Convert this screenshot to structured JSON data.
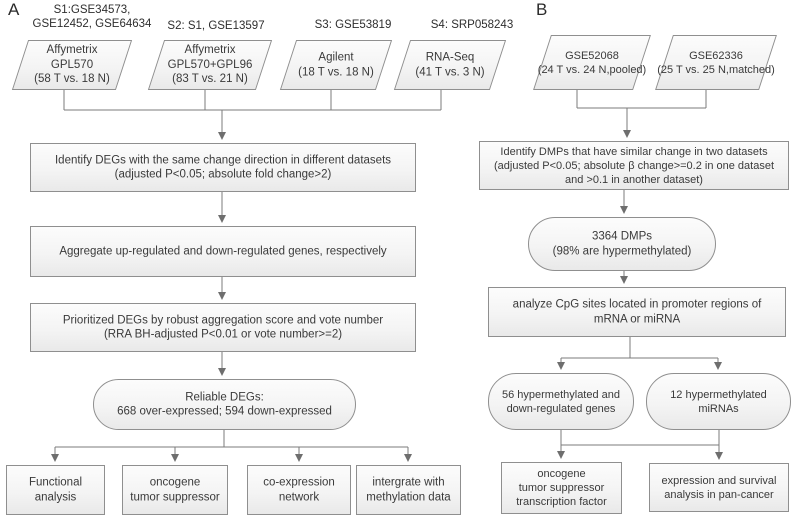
{
  "colors": {
    "box_border": "#8f8f8f",
    "box_fill_top": "#fcfcfc",
    "box_fill_bottom": "#e9e9e9",
    "connector": "#6e6e6e",
    "text": "#3a3a3a"
  },
  "a": {
    "label": "A",
    "sources": [
      {
        "tag": "S1:GSE34573,\nGSE12452, GSE64634",
        "node": "Affymetrix\nGPL570\n(58 T vs. 18 N)"
      },
      {
        "tag": "S2: S1, GSE13597",
        "node": "Affymetrix\nGPL570+GPL96\n(83 T vs. 21 N)"
      },
      {
        "tag": "S3: GSE53819",
        "node": "Agilent\n(18 T vs. 18 N)"
      },
      {
        "tag": "S4: SRP058243",
        "node": "RNA-Seq\n(41 T vs. 3 N)"
      }
    ],
    "steps": [
      "Identify DEGs with the same change direction in different datasets\n(adjusted P<0.05; absolute fold change>2)",
      "Aggregate up-regulated and down-regulated genes, respectively",
      "Prioritized DEGs by robust aggregation score and vote number\n(RRA BH-adjusted P<0.01 or vote number>=2)"
    ],
    "result": "Reliable DEGs:\n668 over-expressed; 594 down-expressed",
    "outputs": [
      "Functional\nanalysis",
      "oncogene\ntumor suppressor",
      "co-expression\nnetwork",
      "intergrate with\nmethylation data"
    ]
  },
  "b": {
    "label": "B",
    "sources": [
      {
        "node": "GSE52068\n(24 T vs. 24 N,pooled)"
      },
      {
        "node": "GSE62336\n(25 T vs. 25 N,matched)"
      }
    ],
    "steps": [
      "Identify DMPs that have similar change in two datasets\n(adjusted P<0.05; absolute β change>=0.2 in one dataset\nand >0.1 in another dataset)",
      "analyze CpG sites located in promoter regions of\nmRNA or miRNA"
    ],
    "result": "3364 DMPs\n(98% are hypermethylated)",
    "findings": [
      "56 hypermethylated and\ndown-regulated genes",
      "12 hypermethylated\nmiRNAs"
    ],
    "outputs": [
      "oncogene\ntumor suppressor\ntranscription factor",
      "expression and survival\nanalysis in pan-cancer"
    ]
  }
}
